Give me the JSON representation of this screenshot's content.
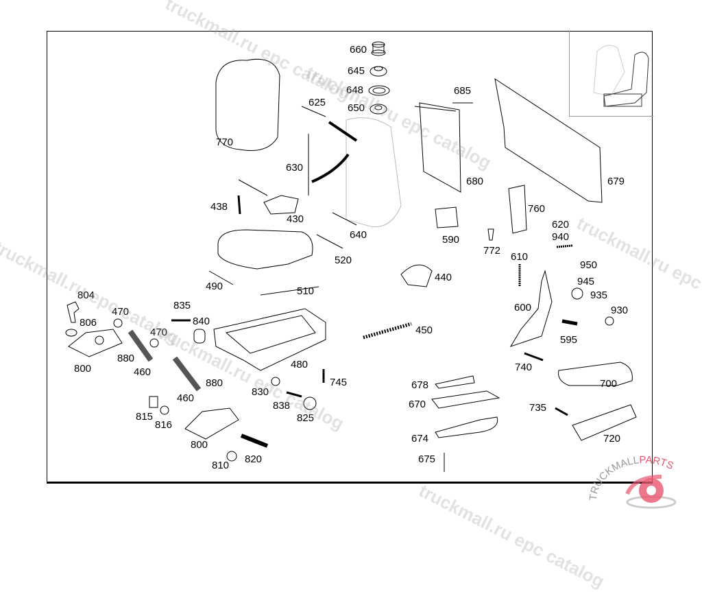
{
  "watermark": "truckmall.ru epc catalog",
  "logo_text": "TRUCKMALLPARTS",
  "colors": {
    "logo_accent": "#e8566f",
    "logo_gray": "#999999",
    "line": "#000000"
  },
  "labels": [
    "660",
    "645",
    "648",
    "650",
    "685",
    "625",
    "770",
    "630",
    "680",
    "679",
    "438",
    "430",
    "760",
    "590",
    "640",
    "620",
    "940",
    "772",
    "520",
    "610",
    "950",
    "490",
    "440",
    "945",
    "510",
    "935",
    "804",
    "930",
    "470",
    "835",
    "600",
    "806",
    "840",
    "470",
    "450",
    "595",
    "880",
    "800",
    "480",
    "460",
    "740",
    "745",
    "880",
    "700",
    "678",
    "830",
    "460",
    "838",
    "670",
    "735",
    "815",
    "816",
    "825",
    "720",
    "674",
    "800",
    "675",
    "820",
    "810"
  ]
}
